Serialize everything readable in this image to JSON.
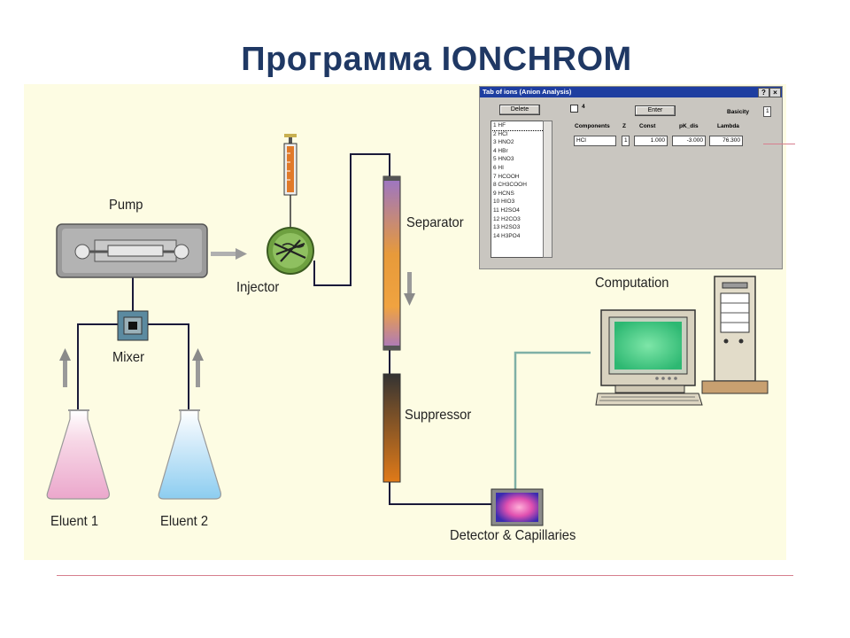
{
  "title": "Программа IONCHROM",
  "labels": {
    "pump": "Pump",
    "injector": "Injector",
    "mixer": "Mixer",
    "separator": "Separator",
    "suppressor": "Suppressor",
    "eluent1": "Eluent 1",
    "eluent2": "Eluent 2",
    "detector": "Detector & Capillaries",
    "computation": "Computation"
  },
  "dialog": {
    "title": "Tab of ions (Anion Analysis)",
    "help": "?",
    "close": "×",
    "delete_button": "Delete",
    "checkbox_label": "4",
    "enter_button": "Enter",
    "basicity_label": "Basicity",
    "basicity_value": "1",
    "col_components": "Components",
    "col_z": "Z",
    "col_const": "Const",
    "col_pk": "pK_dis",
    "col_lambda": "Lambda",
    "row": {
      "component": "HCl",
      "z": "1",
      "const": "1.000",
      "pk": "-3.000",
      "lambda": "76.300"
    },
    "ions": [
      "1 HF",
      "2 HCl",
      "3 HNO2",
      "4 HBr",
      "5 HNO3",
      "6 HI",
      "7 HCOOH",
      "8 CH3COOH",
      "9 HCNS",
      "10 HIO3",
      "11 H2SO4",
      "12 H2CO3",
      "13 H2SO3",
      "14 H3PO4"
    ]
  }
}
